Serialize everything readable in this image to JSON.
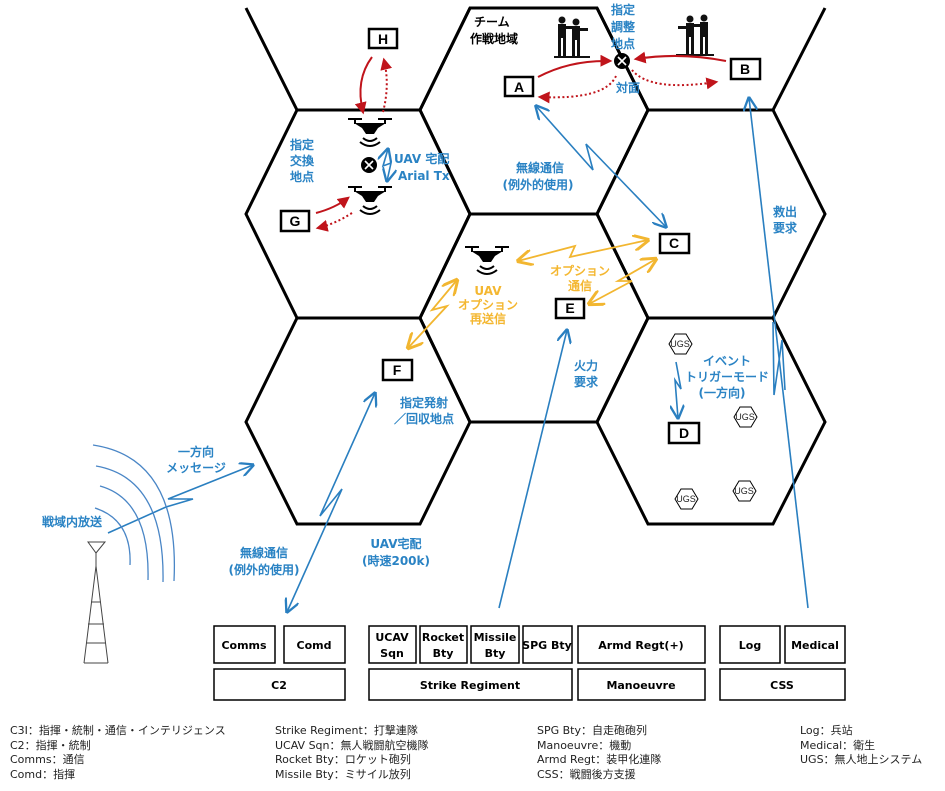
{
  "boxes": {
    "A": "A",
    "B": "B",
    "C": "C",
    "D": "D",
    "E": "E",
    "F": "F",
    "G": "G",
    "H": "H"
  },
  "labels": {
    "team_area_1": "チーム",
    "team_area_2": "作戦地域",
    "designated_adjust_1": "指定",
    "designated_adjust_2": "調整",
    "designated_adjust_3": "地点",
    "face_to_face": "対面",
    "designated_exchange_1": "指定",
    "designated_exchange_2": "交換",
    "designated_exchange_3": "地点",
    "uav_delivery_1": "UAV 宅配",
    "uav_delivery_2": "Arial Tx",
    "radio_1": "無線通信",
    "radio_2": "(例外的使用)",
    "rescue_1": "救出",
    "rescue_2": "要求",
    "option_comm_1": "オプション",
    "option_comm_2": "通信",
    "uav_option_1": "UAV",
    "uav_option_2": "オプション",
    "uav_option_3": "再送信",
    "fire_req_1": "火力",
    "fire_req_2": "要求",
    "event_1": "イベント",
    "event_2": "トリガーモード",
    "event_3": "(一方向)",
    "launch_1": "指定発射",
    "launch_2": "／回収地点",
    "oneway_1": "一方向",
    "oneway_2": "メッセージ",
    "broadcast": "戦域内放送",
    "radio_b1": "無線通信",
    "radio_b2": "(例外的使用)",
    "uav_speed_1": "UAV宅配",
    "uav_speed_2": "(時速200k)"
  },
  "ugs_label": "UGS",
  "units": {
    "comms": "Comms",
    "comd": "Comd",
    "c2": "C2",
    "ucav_1": "UCAV",
    "ucav_2": "Sqn",
    "rocket_1": "Rocket",
    "rocket_2": "Bty",
    "missile_1": "Missile",
    "missile_2": "Bty",
    "spg": "SPG Bty",
    "strike": "Strike Regiment",
    "armd": "Armd Regt(+)",
    "manoeuvre": "Manoeuvre",
    "log": "Log",
    "medical": "Medical",
    "css": "CSS"
  },
  "legend": {
    "col1": [
      "C3I：指揮・統制・通信・インテリジェンス",
      "C2：指揮・統制",
      "Comms：通信",
      "Comd：指揮"
    ],
    "col2": [
      "Strike Regiment：打撃連隊",
      "UCAV Sqn：無人戦闘航空機隊",
      "Rocket Bty：ロケット砲列",
      "Missile Bty：ミサイル放列"
    ],
    "col3": [
      "SPG Bty：自走砲砲列",
      "Manoeuvre：機動",
      "Armd Regt：装甲化連隊",
      "CSS：戦闘後方支援"
    ],
    "col4": [
      "Log：兵站",
      "Medical：衛生",
      "UGS：無人地上システム"
    ]
  },
  "colors": {
    "blue": "#2a83c4",
    "yellow": "#f4b731",
    "red": "#c0141b"
  }
}
